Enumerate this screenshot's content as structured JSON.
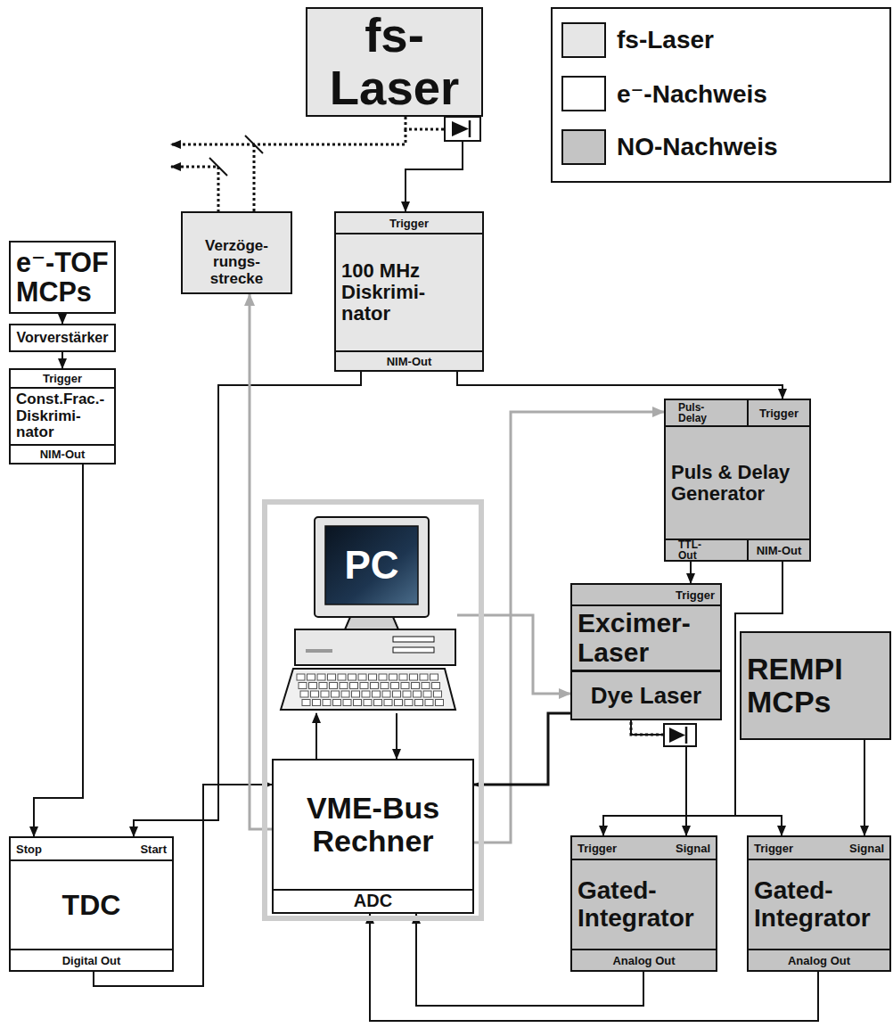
{
  "diagram": {
    "nodes": [
      {
        "text": [
          "fs- Laser"
        ]
      },
      {
        "text": [
          "Verzöge- rungs- strecke"
        ]
      },
      {
        "text": [
          "Trigger",
          "100 MHz Diskrimi- nator",
          "NIM-Out"
        ]
      },
      {
        "text": [
          "e⁻-TOF MCPs"
        ]
      },
      {
        "text": [
          "Vorverstärker"
        ]
      },
      {
        "text": [
          "Trigger",
          "Const.Frac.- Diskrimi- nator",
          "NIM-Out"
        ]
      },
      {
        "text": [
          "PC"
        ]
      },
      {
        "text": [
          "VME-Bus Rechner"
        ]
      },
      {
        "text": [
          "ADC"
        ]
      },
      {
        "text": [
          "Puls- Delay",
          "Trigger",
          "Puls & Delay Generator",
          "TTL-Out",
          "NIM-Out"
        ]
      },
      {
        "text": [
          "Trigger",
          "Excimer- Laser"
        ]
      },
      {
        "text": [
          "Dye Laser"
        ]
      },
      {
        "text": [
          "REMPI MCPs"
        ]
      },
      {
        "text": [
          "Stop",
          "Start",
          "TDC",
          "Digital Out"
        ]
      },
      {
        "text": [
          "Trigger",
          "Signal",
          "Gated- Integrator",
          "Analog Out"
        ]
      },
      {
        "text": [
          "Trigger",
          "Signal",
          "Gated- Integrator",
          "Analog Out"
        ]
      }
    ],
    "edges": [
      {
        "from": 0,
        "to": 2,
        "arrow": "to"
      },
      {
        "from": 2,
        "to": 13,
        "arrow": "to"
      },
      {
        "from": 2,
        "to": 9,
        "arrow": "to"
      },
      {
        "from": 3,
        "to": 4,
        "arrow": "to"
      },
      {
        "from": 4,
        "to": 5,
        "arrow": "to"
      },
      {
        "from": 5,
        "to": 13,
        "arrow": "to"
      },
      {
        "from": 13,
        "to": 7,
        "arrow": "to"
      },
      {
        "from": 7,
        "to": 6,
        "arrow": "to"
      },
      {
        "from": 6,
        "to": 7,
        "arrow": "to"
      },
      {
        "from": 7,
        "to": 1,
        "arrow": "to"
      },
      {
        "from": 7,
        "to": 9,
        "arrow": "to"
      },
      {
        "from": 6,
        "to": 11,
        "arrow": "to"
      },
      {
        "from": 9,
        "to": 10,
        "arrow": "to"
      },
      {
        "from": 9,
        "to": 14,
        "arrow": "to"
      },
      {
        "from": 9,
        "to": 15,
        "arrow": "to"
      },
      {
        "from": 11,
        "to": 14,
        "arrow": "to"
      },
      {
        "from": 11,
        "to": 7,
        "arrow": "to"
      },
      {
        "from": 12,
        "to": 15,
        "arrow": "to"
      },
      {
        "from": 14,
        "to": 8,
        "arrow": "to"
      },
      {
        "from": 15,
        "to": 8,
        "arrow": "to"
      }
    ],
    "legend": [
      {
        "text": "fs-Laser",
        "color": "#e6e6e6"
      },
      {
        "text": "e⁻-Nachweis",
        "color": "#ffffff"
      },
      {
        "text": "NO-Nachweis",
        "color": "#c4c4c4"
      }
    ]
  }
}
